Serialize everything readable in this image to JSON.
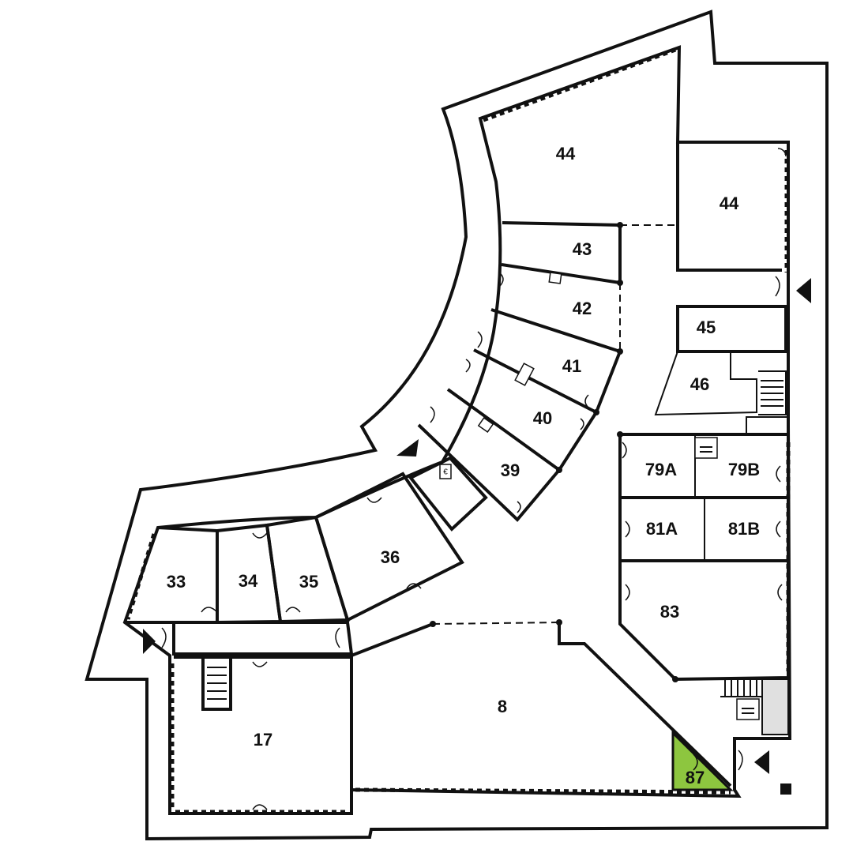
{
  "rooms": [
    {
      "id": "44a",
      "label": "44",
      "highlight": false
    },
    {
      "id": "44b",
      "label": "44",
      "highlight": false
    },
    {
      "id": "43",
      "label": "43",
      "highlight": false
    },
    {
      "id": "42",
      "label": "42",
      "highlight": false
    },
    {
      "id": "41",
      "label": "41",
      "highlight": false
    },
    {
      "id": "40",
      "label": "40",
      "highlight": false
    },
    {
      "id": "39",
      "label": "39",
      "highlight": false
    },
    {
      "id": "45",
      "label": "45",
      "highlight": false
    },
    {
      "id": "46",
      "label": "46",
      "highlight": false
    },
    {
      "id": "79A",
      "label": "79A",
      "highlight": false
    },
    {
      "id": "79B",
      "label": "79B",
      "highlight": false
    },
    {
      "id": "81A",
      "label": "81A",
      "highlight": false
    },
    {
      "id": "81B",
      "label": "81B",
      "highlight": false
    },
    {
      "id": "83",
      "label": "83",
      "highlight": false
    },
    {
      "id": "36",
      "label": "36",
      "highlight": false
    },
    {
      "id": "35",
      "label": "35",
      "highlight": false
    },
    {
      "id": "34",
      "label": "34",
      "highlight": false
    },
    {
      "id": "33",
      "label": "33",
      "highlight": false
    },
    {
      "id": "17",
      "label": "17",
      "highlight": false
    },
    {
      "id": "8",
      "label": "8",
      "highlight": false
    },
    {
      "id": "87",
      "label": "87",
      "highlight": true
    }
  ],
  "colors": {
    "highlight": "#8dc63f",
    "wall": "#111111",
    "background": "#ffffff",
    "service": "#e0e0e0"
  },
  "icons": [
    "entrance-arrow-icon",
    "elevator-icon",
    "atm-euro-icon",
    "stairs-icon",
    "sink-icon"
  ]
}
